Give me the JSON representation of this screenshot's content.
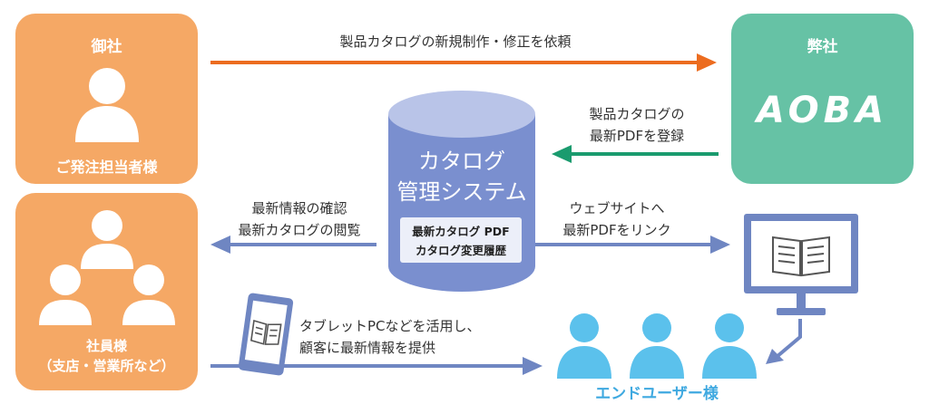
{
  "client": {
    "title": "御社",
    "contact_label": "ご発注担当者様",
    "staff_label_line1": "社員様",
    "staff_label_line2": "（支店・営業所など）"
  },
  "vendor": {
    "title": "弊社",
    "logo_text": "AOBA"
  },
  "system": {
    "title_line1": "カタログ",
    "title_line2": "管理システム",
    "content_line1": "最新カタログ PDF",
    "content_line2": "カタログ変更履歴"
  },
  "flows": {
    "order_request": "製品カタログの新規制作・修正を依頼",
    "register_line1": "製品カタログの",
    "register_line2": "最新PDFを登録",
    "check_line1": "最新情報の確認",
    "check_line2": "最新カタログの閲覧",
    "website_line1": "ウェブサイトへ",
    "website_line2": "最新PDFをリンク",
    "tablet_line1": "タブレットPCなどを活用し、",
    "tablet_line2": "顧客に最新情報を提供"
  },
  "end_users": {
    "label": "エンドユーザー様"
  },
  "colors": {
    "orange_box": "#f5a865",
    "green_box": "#66c2a5",
    "arrow_orange": "#ec6c1f",
    "arrow_green": "#1a9b6e",
    "arrow_blue": "#6f86c2",
    "db_blue": "#7a8fcf",
    "db_top": "#b9c4e8",
    "end_user_blue": "#5bc1ec"
  }
}
